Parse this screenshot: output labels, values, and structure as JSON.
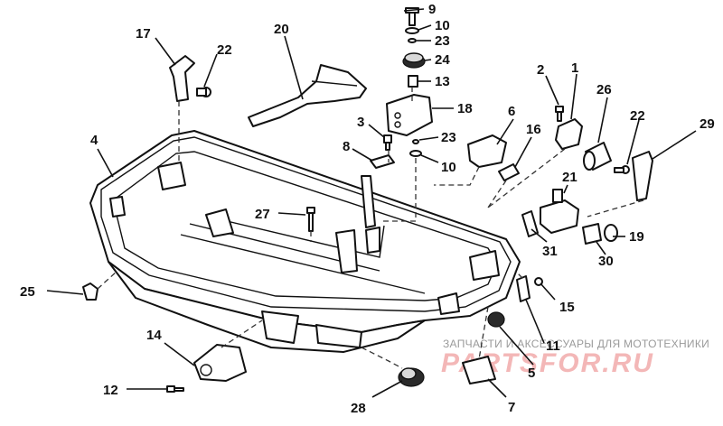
{
  "diagram": {
    "callouts": {
      "c1": "1",
      "c2": "2",
      "c3": "3",
      "c4": "4",
      "c5": "5",
      "c7": "7",
      "c8": "8",
      "c9": "9",
      "c10a": "10",
      "c10b": "10",
      "c11": "11",
      "c12": "12",
      "c13": "13",
      "c14": "14",
      "c15": "15",
      "c16": "16",
      "c17": "17",
      "c18": "18",
      "c19": "19",
      "c20": "20",
      "c21": "21",
      "c22a": "22",
      "c22b": "22",
      "c23a": "23",
      "c23b": "23",
      "c24": "24",
      "c25": "25",
      "c26": "26",
      "c27": "27",
      "c28": "28",
      "c29": "29",
      "c30": "30",
      "c31": "31",
      "c6": "6"
    }
  },
  "watermark": {
    "line1": "ЗАПЧАСТИ И АКСЕССУАРЫ ДЛЯ МОТОТЕХНИКИ",
    "line2": "PARTSFOR.RU"
  }
}
